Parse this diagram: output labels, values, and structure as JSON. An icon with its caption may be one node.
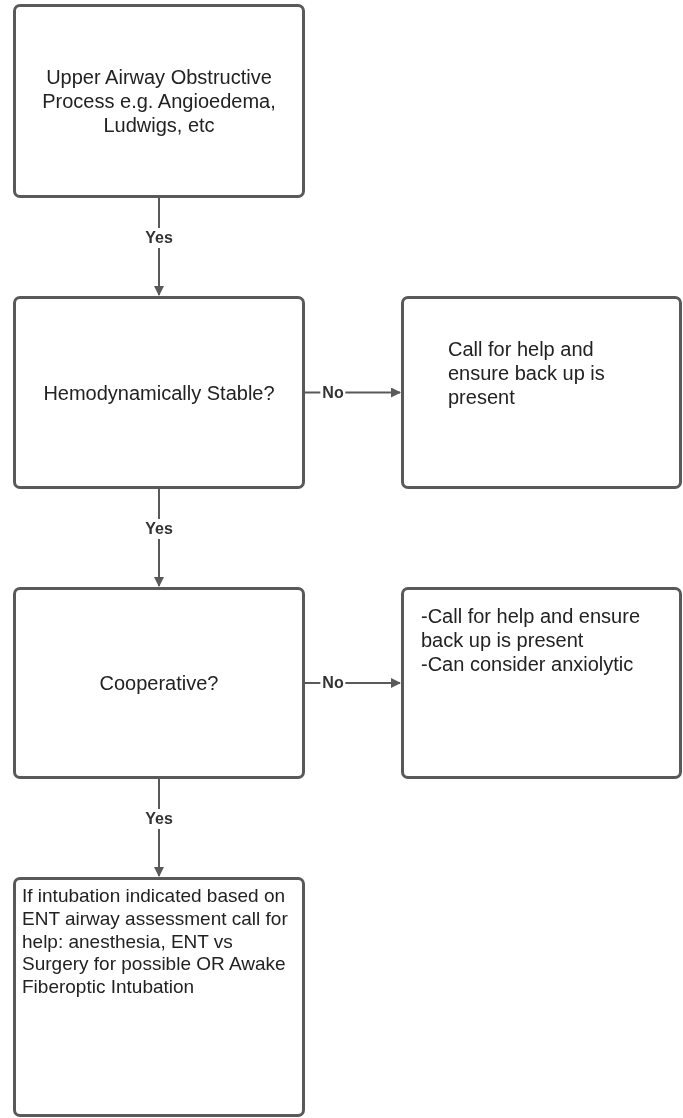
{
  "diagram": {
    "nodes": [
      {
        "text": [
          "Upper Airway Obstructive Process e.g. Angioedema, Ludwigs, etc"
        ]
      },
      {
        "text": [
          "Hemodynamically Stable?"
        ]
      },
      {
        "text": [
          "Call for help and ensure back up is present"
        ]
      },
      {
        "text": [
          "Cooperative?"
        ]
      },
      {
        "text": [
          "-Call for help and ensure back up is present",
          "-Can consider anxiolytic"
        ]
      },
      {
        "text": [
          "If intubation indicated based on ENT airway assessment call for help: anesthesia, ENT vs Surgery for possible OR Awake Fiberoptic Intubation"
        ]
      }
    ],
    "edges": [
      {
        "from": 0,
        "to": 1,
        "arrow": "to",
        "label": "Yes"
      },
      {
        "from": 1,
        "to": 2,
        "arrow": "to",
        "label": "No"
      },
      {
        "from": 1,
        "to": 3,
        "arrow": "to",
        "label": "Yes"
      },
      {
        "from": 3,
        "to": 4,
        "arrow": "to",
        "label": "No"
      },
      {
        "from": 3,
        "to": 5,
        "arrow": "to",
        "label": "Yes"
      }
    ]
  }
}
